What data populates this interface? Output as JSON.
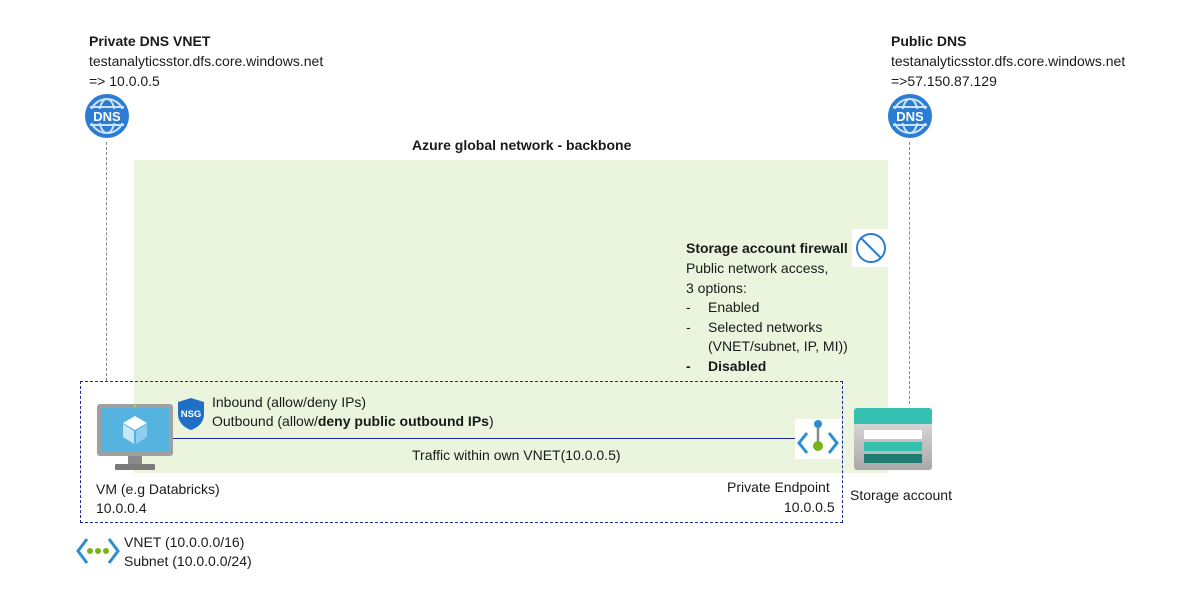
{
  "private_dns": {
    "title": "Private DNS VNET",
    "hostname": "testanalyticsstor.dfs.core.windows.net",
    "resolves_to": "=> 10.0.0.5",
    "icon": "dns-icon"
  },
  "public_dns": {
    "title": "Public DNS",
    "hostname": "testanalyticsstor.dfs.core.windows.net",
    "resolves_to": "=>57.150.87.129",
    "icon": "dns-icon"
  },
  "backbone": {
    "label": "Azure global network - backbone",
    "color": "#ebf5dd"
  },
  "firewall": {
    "title": "Storage account firewall",
    "line1": "Public network access,",
    "line2": "3 options:",
    "options": [
      {
        "label": "Enabled",
        "bold": false
      },
      {
        "label": "Selected networks",
        "bold": false
      },
      {
        "label": "(VNET/subnet, IP, MI))",
        "bold": false,
        "continuation": true
      },
      {
        "label": "Disabled",
        "bold": true
      }
    ],
    "icon": "no-access-icon"
  },
  "nsg": {
    "badge": "NSG",
    "inbound": "Inbound (allow/deny IPs)",
    "outbound_prefix": "Outbound (allow/",
    "outbound_bold": "deny public outbound IPs",
    "outbound_suffix": ")"
  },
  "vm": {
    "label": "VM (e.g Databricks)",
    "ip": "10.0.0.4"
  },
  "traffic": {
    "label": "Traffic within own VNET(10.0.0.5)"
  },
  "private_endpoint": {
    "label": "Private Endpoint",
    "ip": "10.0.0.5"
  },
  "storage": {
    "label": "Storage account"
  },
  "vnet": {
    "vnet_label": "VNET (10.0.0.0/16)",
    "subnet_label": "Subnet (10.0.0.0/24)"
  },
  "colors": {
    "azure_blue": "#2b7cd3",
    "vnet_border": "#1c2a9a",
    "storage_teal": "#35c0b0",
    "storage_dark": "#1e7c70",
    "green_dot": "#7ab317"
  }
}
